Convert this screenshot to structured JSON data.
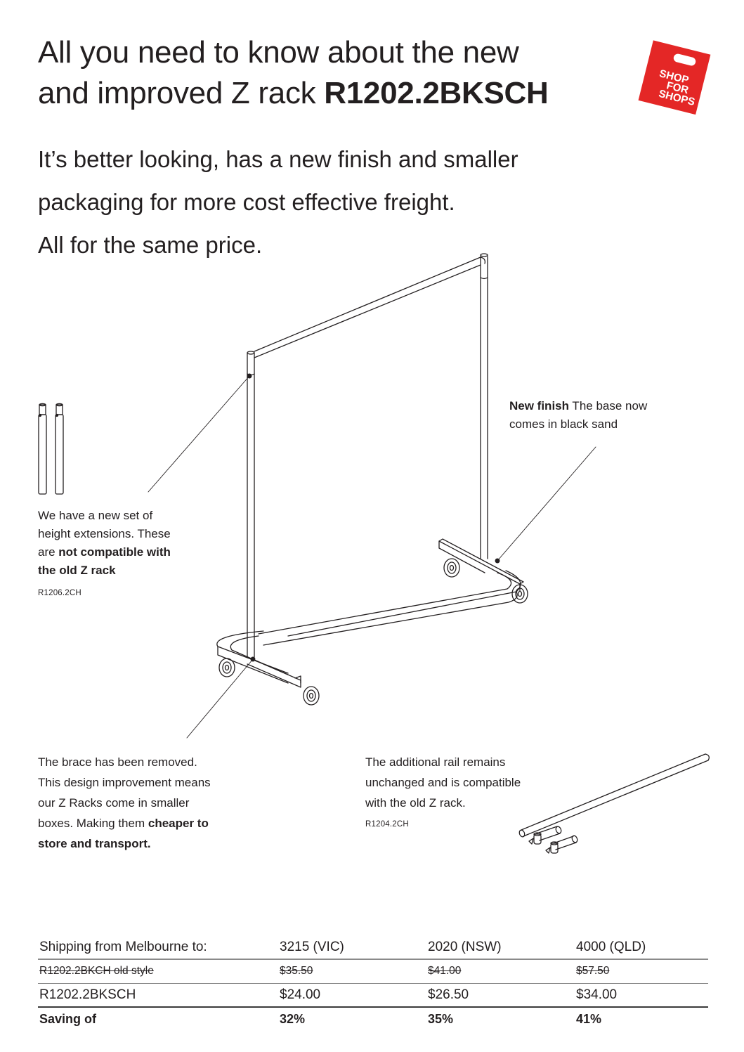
{
  "headline": {
    "line1": "All you need to know about the new",
    "line2_regular": "and improved Z rack ",
    "line2_bold": "R1202.2BKSCH"
  },
  "logo": {
    "brand_color": "#e42726",
    "lines": [
      "SHOP",
      "FOR",
      "SHOPS"
    ]
  },
  "subhead": {
    "lines": [
      "It’s better looking, has a new finish and smaller",
      "packaging for more cost effective freight.",
      "All for the same price."
    ]
  },
  "callouts": {
    "extensions": {
      "line1": "We have a new set of",
      "line2": "height extensions. These",
      "line3_regular": "are ",
      "line3_bold": "not compatible with",
      "line4_bold": "the old Z rack",
      "sku": "R1206.2CH"
    },
    "finish": {
      "bold": "New finish",
      "text_line1": " The base now",
      "text_line2": "comes in black sand"
    },
    "brace": {
      "line1": "The brace has been removed.",
      "line2": "This design improvement means",
      "line3": "our Z Racks come in smaller",
      "line4_regular": "boxes. Making them ",
      "line4_bold": "cheaper to",
      "line5_bold": "store and transport."
    },
    "rail": {
      "line1": "The additional rail remains",
      "line2": "unchanged and is compatible",
      "line3": "with the old Z rack.",
      "sku": "R1204.2CH"
    }
  },
  "shipping_table": {
    "columns": [
      "Shipping from Melbourne to:",
      "3215 (VIC)",
      "2020 (NSW)",
      "4000 (QLD)"
    ],
    "rows": [
      {
        "label": "R1202.2BKCH old style",
        "values": [
          "$35.50",
          "$41.00",
          "$57.50"
        ],
        "style": "strikethrough"
      },
      {
        "label": "R1202.2BKSCH",
        "values": [
          "$24.00",
          "$26.50",
          "$34.00"
        ],
        "style": "regular"
      },
      {
        "label": "Saving of",
        "values": [
          "32%",
          "35%",
          "41%"
        ],
        "style": "bold"
      }
    ]
  }
}
